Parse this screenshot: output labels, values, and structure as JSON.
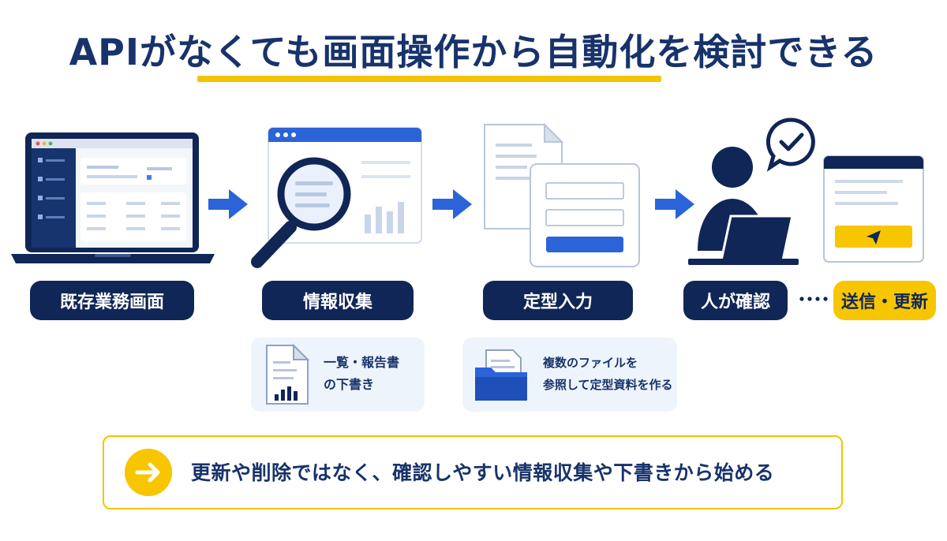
{
  "title": "APIがなくても画面操作から自動化を検討できる",
  "steps": [
    {
      "label": "既存業務画面",
      "icon": "laptop-icon"
    },
    {
      "label": "情報収集",
      "icon": "magnifier-icon"
    },
    {
      "label": "定型入力",
      "icon": "form-input-icon"
    },
    {
      "label": "人が確認",
      "icon": "person-check-icon"
    }
  ],
  "final_step": {
    "label": "送信・更新",
    "icon": "send-window-icon"
  },
  "notes": [
    {
      "line1": "一覧・報告書",
      "line2": "の下書き",
      "icon": "report-document-icon"
    },
    {
      "line1": "複数のファイルを",
      "line2": "参照して定型資料を作る",
      "icon": "folder-icon"
    }
  ],
  "banner": {
    "text": "更新や削除ではなく、確認しやすい情報収集や下書きから始める",
    "icon": "arrow-right-icon"
  },
  "colors": {
    "navy": "#102656",
    "blue": "#2b63d9",
    "yellow": "#f7c600",
    "light": "#eef4fc"
  }
}
